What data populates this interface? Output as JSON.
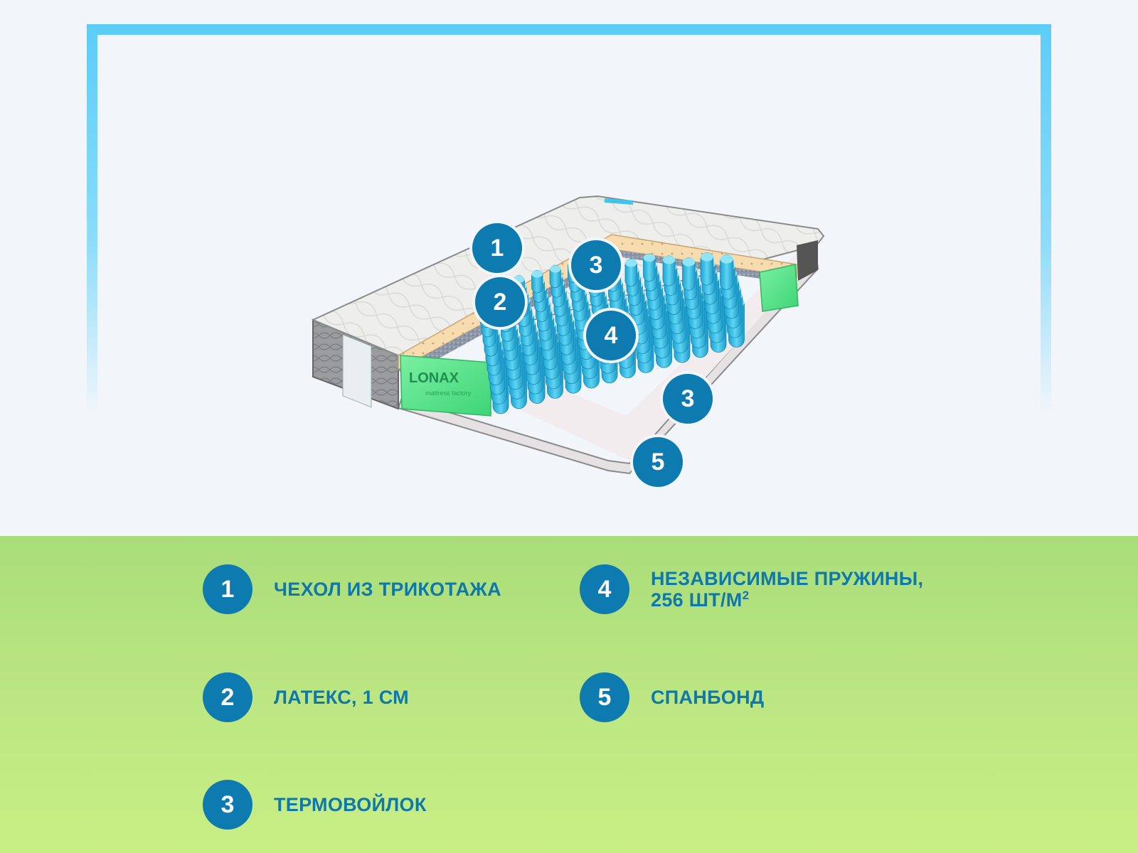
{
  "brand": {
    "logo_text": "LONAX",
    "logo_tagline": "mattress factory"
  },
  "markers": [
    "1",
    "2",
    "3",
    "4",
    "3",
    "5"
  ],
  "legend": [
    {
      "num": "1",
      "label": "ЧЕХОЛ ИЗ ТРИКОТАЖА"
    },
    {
      "num": "2",
      "label": "ЛАТЕКС, 1 СМ"
    },
    {
      "num": "3",
      "label": "ТЕРМОВОЙЛОК"
    },
    {
      "num": "4",
      "label_line1": "НЕЗАВИСИМЫЕ ПРУЖИНЫ,",
      "label_line2": "256 ШТ/М",
      "label_sup": "2"
    },
    {
      "num": "5",
      "label": "СПАНБОНД"
    }
  ],
  "colors": {
    "accent_blue": "#0d7ab0",
    "frame_blue": "#5ccdf7",
    "spring_blue": "#3fc4ea",
    "latex": "#f7dcb0",
    "foam_green": "#5fe58c",
    "cover": "#eeeeec",
    "green_bg": "#bde782"
  }
}
